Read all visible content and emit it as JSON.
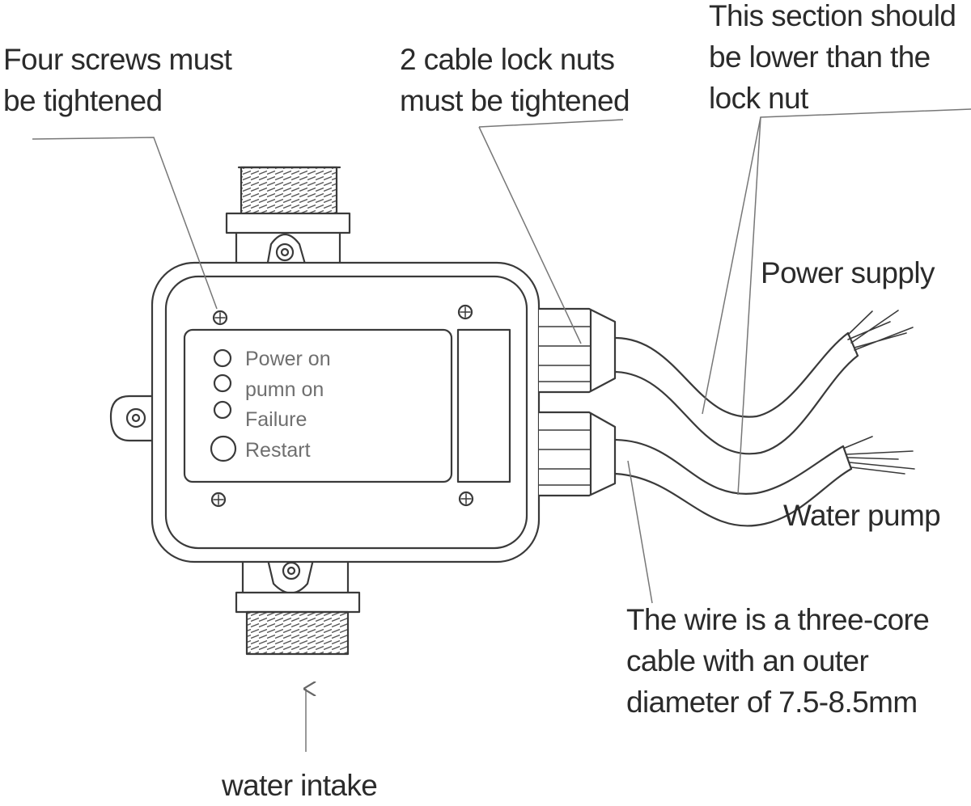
{
  "callouts": {
    "screws": [
      "Four screws must",
      "be tightened"
    ],
    "lock_nuts": [
      "2 cable lock nuts",
      "must be tightened"
    ],
    "section": [
      "This section should",
      "be lower than the",
      "lock nut"
    ],
    "power_supply": "Power supply",
    "water_pump": "Water pump",
    "wire": [
      "The wire is a three-core",
      "cable with an outer",
      "diameter of 7.5-8.5mm"
    ],
    "water_intake": "water intake"
  },
  "panel": {
    "indicators": [
      "Power on",
      "pumn on",
      "Failure"
    ],
    "button": "Restart"
  }
}
